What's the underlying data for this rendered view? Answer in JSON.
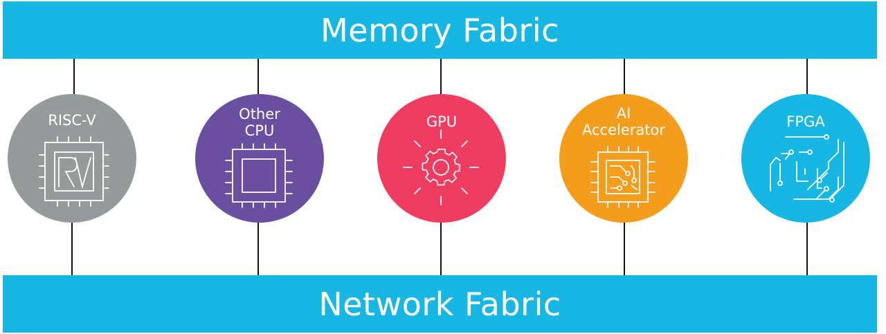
{
  "top_fabric": {
    "label": "Memory Fabric"
  },
  "bottom_fabric": {
    "label": "Network Fabric"
  },
  "nodes": [
    {
      "label": "RISC-V",
      "color": "#979a9b",
      "icon": "risc-v-chip-icon"
    },
    {
      "label_lines": [
        "Other",
        "CPU"
      ],
      "color": "#6a4e9f",
      "icon": "cpu-chip-icon"
    },
    {
      "label": "GPU",
      "color": "#ef3d61",
      "icon": "gear-icon"
    },
    {
      "label_lines": [
        "AI",
        "Accelerator"
      ],
      "color": "#f49c1c",
      "icon": "circuit-chip-icon"
    },
    {
      "label": "FPGA",
      "color": "#18b7e3",
      "icon": "circuit-traces-icon"
    }
  ]
}
